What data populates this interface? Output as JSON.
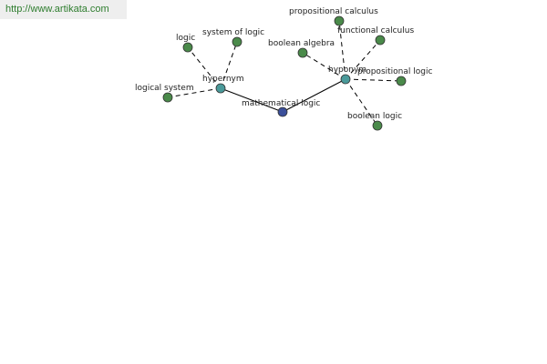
{
  "watermark": {
    "url": "http://www.artikata.com"
  },
  "colors": {
    "center": "#3b4f9a",
    "relation": "#4a9a9a",
    "leaf": "#4a8a4a",
    "url_text": "#2e7d2e",
    "banner_bg": "#eeeeee"
  },
  "graph": {
    "center": {
      "label": "mathematical logic"
    },
    "relations": [
      {
        "id": "left",
        "label": "hypernym",
        "leaves": [
          {
            "label": "logic"
          },
          {
            "label": "system of logic"
          },
          {
            "label": "logical system"
          }
        ]
      },
      {
        "id": "right",
        "label": "hyponym",
        "leaves": [
          {
            "label": "propositional calculus"
          },
          {
            "label": "boolean algebra"
          },
          {
            "label": "functional calculus"
          },
          {
            "label": "propositional logic"
          },
          {
            "label": "boolean logic"
          }
        ]
      }
    ]
  }
}
